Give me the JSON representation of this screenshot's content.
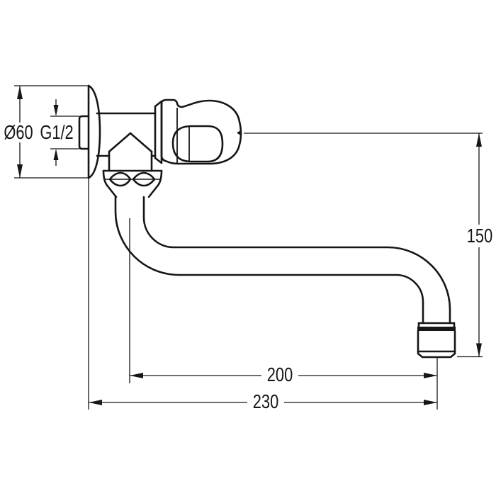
{
  "drawing": {
    "type": "technical-dimension-drawing",
    "subject": "wall-mounted-swivel-spout-faucet",
    "dimensions": {
      "flange_diameter": "Ø60",
      "thread_size": "G1/2",
      "height": "150",
      "spout_reach": "200",
      "total_reach": "230"
    },
    "colors": {
      "line": "#161616",
      "background": "#ffffff"
    }
  }
}
